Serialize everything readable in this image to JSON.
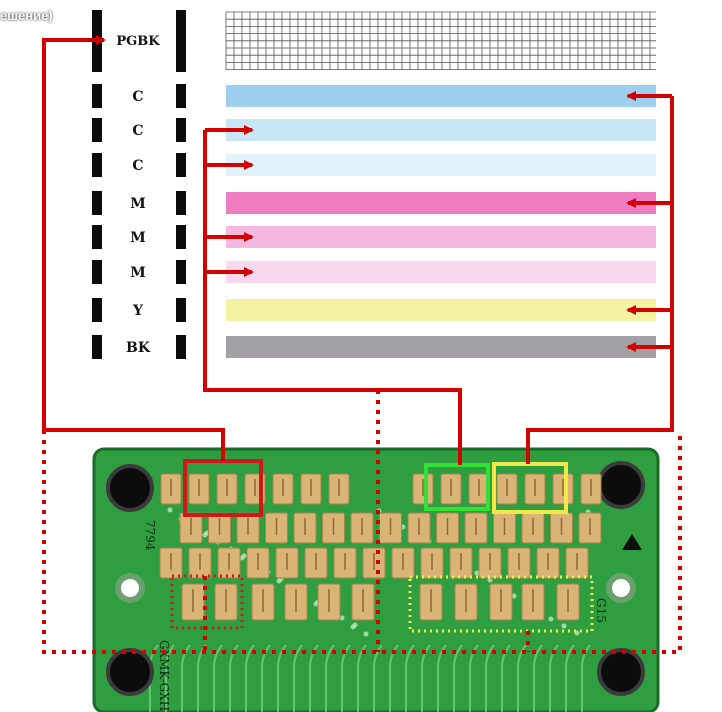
{
  "caption": "ешение)",
  "colors": {
    "arrow_red": "#d40000",
    "trace_green": "#2c9a3c",
    "pad_gold": "#d9b476",
    "highlight_green": "#33e033",
    "highlight_yellow": "#f2e84a",
    "highlight_red": "#d01818"
  },
  "nozzle_rows": [
    {
      "label": "PGBK",
      "color": "#ffffff"
    },
    {
      "label": "C",
      "color": "#9dd0ee"
    },
    {
      "label": "C",
      "color": "#c8e7f6"
    },
    {
      "label": "C",
      "color": "#e1f2fb"
    },
    {
      "label": "M",
      "color": "#ee7dc2"
    },
    {
      "label": "M",
      "color": "#f5b8e0"
    },
    {
      "label": "M",
      "color": "#f9d7ee"
    },
    {
      "label": "Y",
      "color": "#f5f2a2"
    },
    {
      "label": "BK",
      "color": "#a2a0a4"
    }
  ],
  "board_text": {
    "code_left": "7794",
    "code_side": "GXMK-GXH",
    "code_right": "G15"
  }
}
